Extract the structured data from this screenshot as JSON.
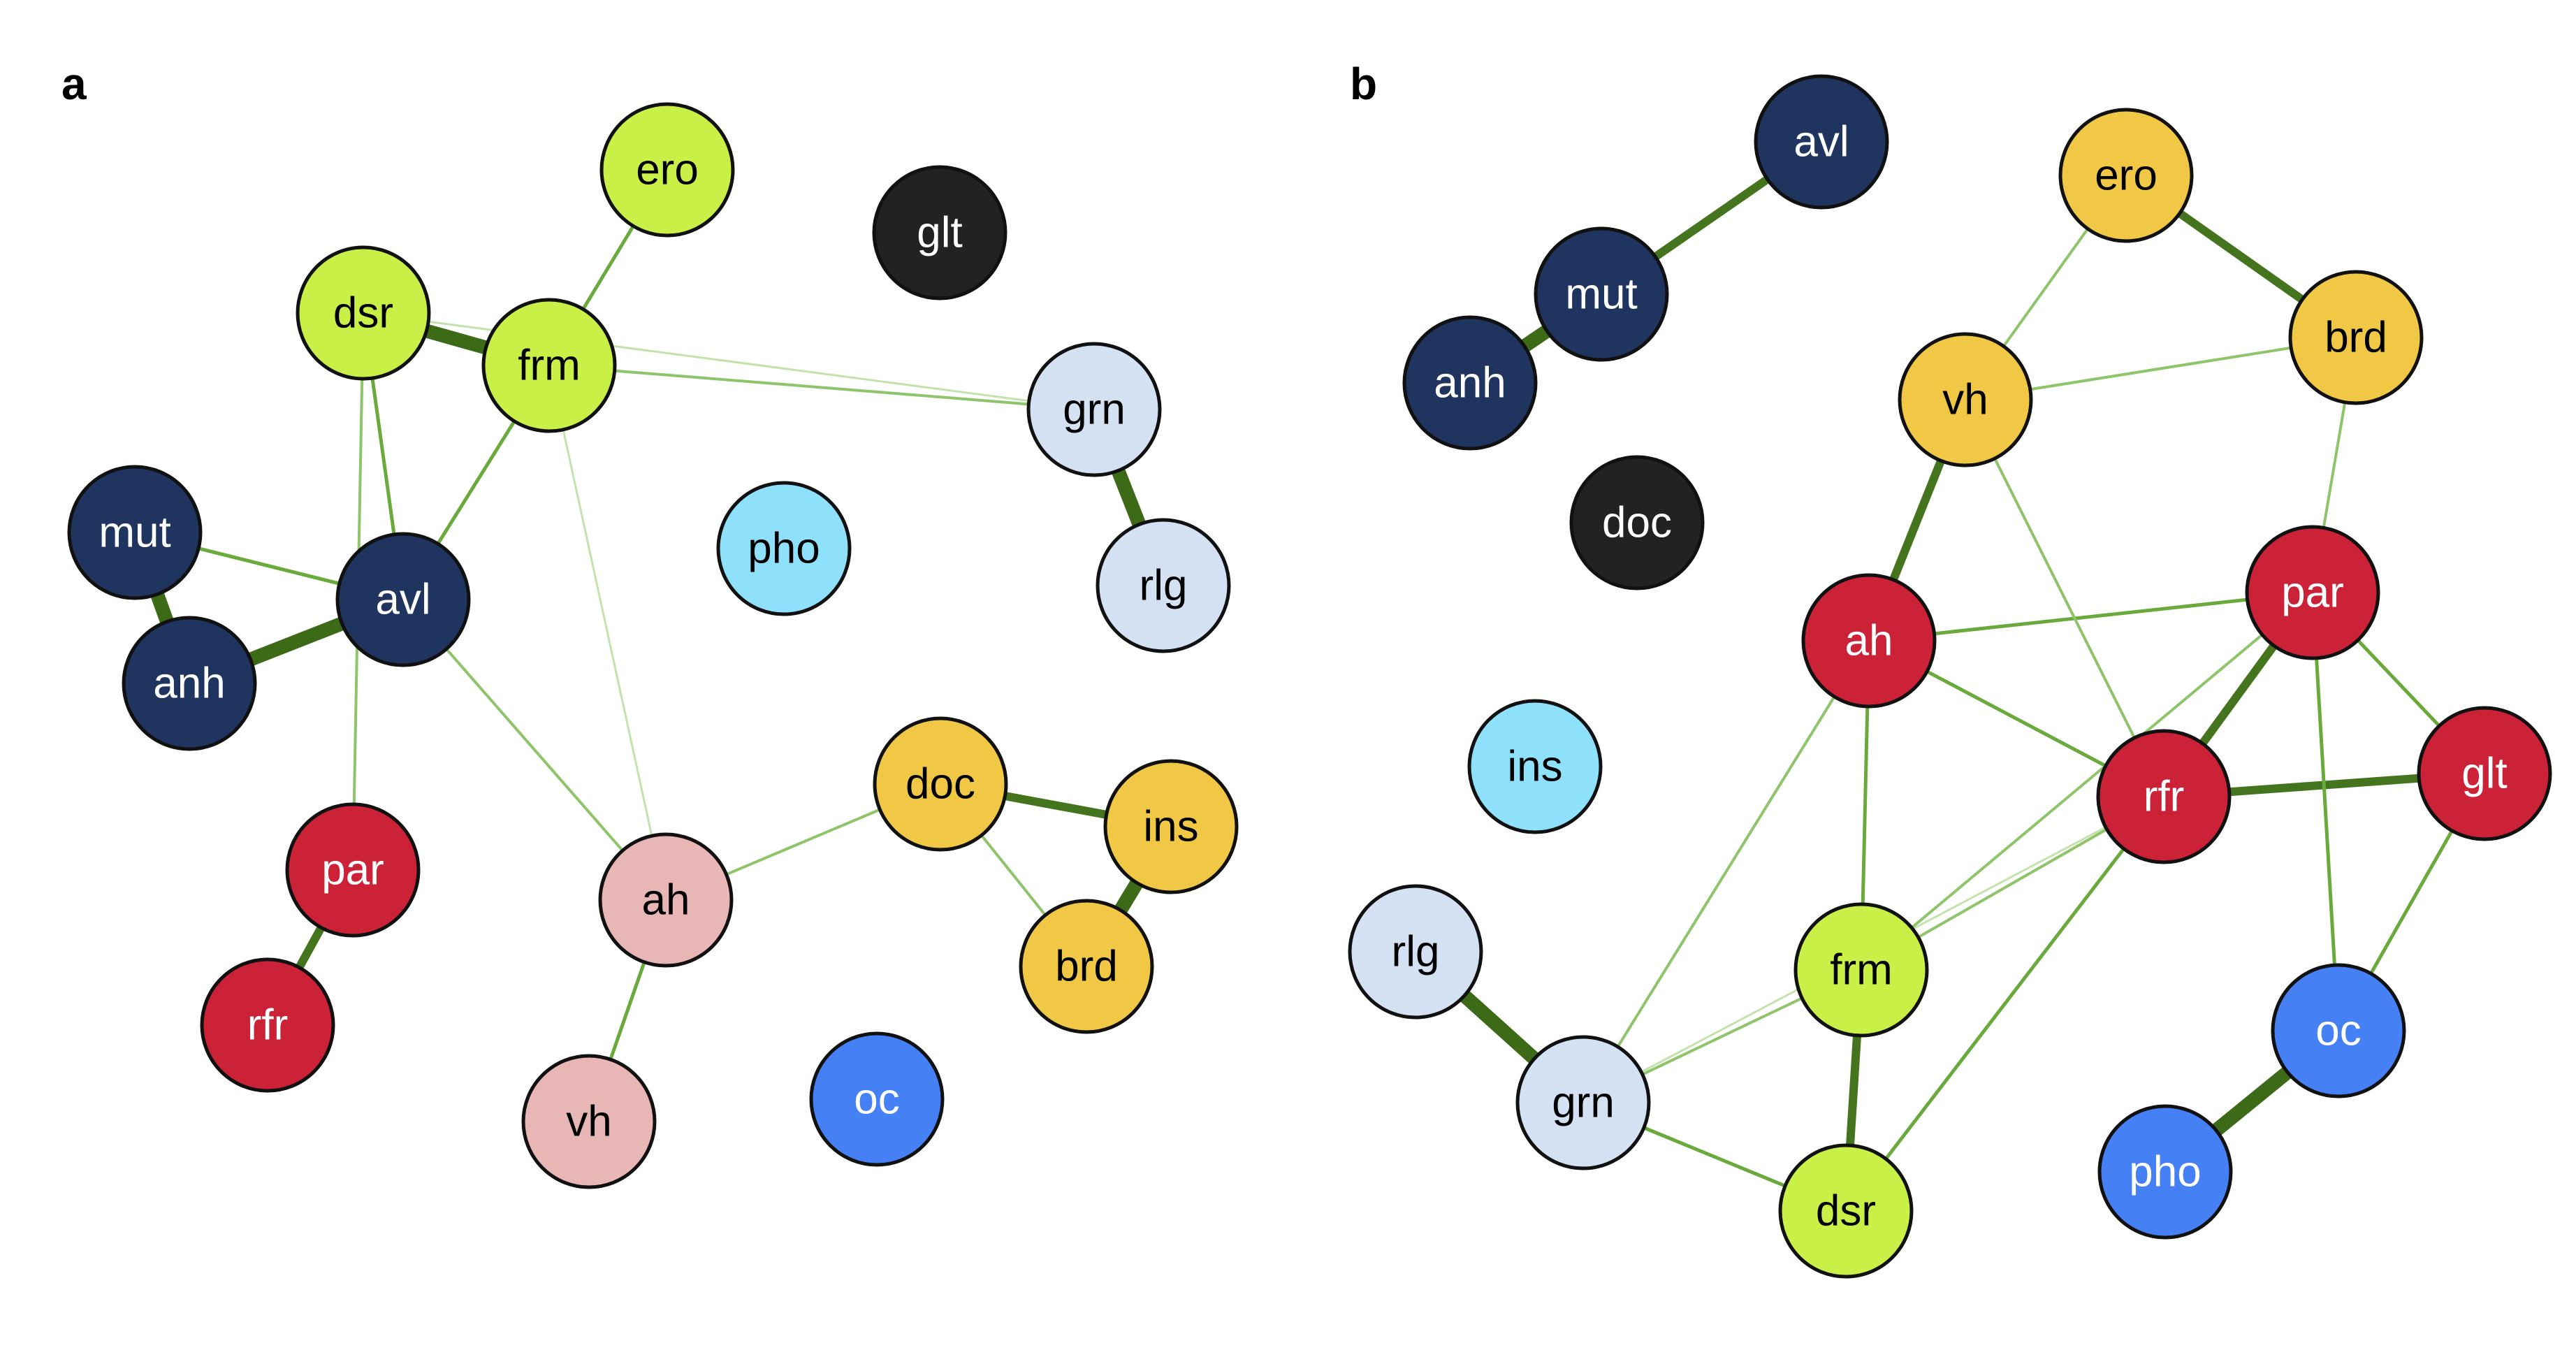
{
  "panels": [
    {
      "label": "a",
      "nodes": [
        {
          "id": "ero",
          "group": "yellowgreen"
        },
        {
          "id": "glt",
          "group": "black"
        },
        {
          "id": "dsr",
          "group": "yellowgreen"
        },
        {
          "id": "frm",
          "group": "yellowgreen"
        },
        {
          "id": "grn",
          "group": "lightblue"
        },
        {
          "id": "mut",
          "group": "navy"
        },
        {
          "id": "pho",
          "group": "skyblue"
        },
        {
          "id": "rlg",
          "group": "lightblue"
        },
        {
          "id": "avl",
          "group": "navy"
        },
        {
          "id": "anh",
          "group": "navy"
        },
        {
          "id": "doc",
          "group": "gold"
        },
        {
          "id": "ins",
          "group": "gold"
        },
        {
          "id": "par",
          "group": "red"
        },
        {
          "id": "ah",
          "group": "pink"
        },
        {
          "id": "brd",
          "group": "gold"
        },
        {
          "id": "rfr",
          "group": "red"
        },
        {
          "id": "oc",
          "group": "blue"
        },
        {
          "id": "vh",
          "group": "pink"
        }
      ],
      "edges": [
        {
          "source": "dsr",
          "target": "frm",
          "weight": "strong"
        },
        {
          "source": "mut",
          "target": "anh",
          "weight": "strong"
        },
        {
          "source": "anh",
          "target": "avl",
          "weight": "strong"
        },
        {
          "source": "grn",
          "target": "rlg",
          "weight": "strong"
        },
        {
          "source": "ins",
          "target": "brd",
          "weight": "strong"
        },
        {
          "source": "par",
          "target": "rfr",
          "weight": "medium"
        },
        {
          "source": "doc",
          "target": "ins",
          "weight": "medium"
        },
        {
          "source": "frm",
          "target": "ero",
          "weight": "weak"
        },
        {
          "source": "frm",
          "target": "avl",
          "weight": "weak"
        },
        {
          "source": "dsr",
          "target": "avl",
          "weight": "weak"
        },
        {
          "source": "mut",
          "target": "avl",
          "weight": "weak"
        },
        {
          "source": "ah",
          "target": "vh",
          "weight": "weak"
        },
        {
          "source": "doc",
          "target": "brd",
          "weight": "faint"
        },
        {
          "source": "ah",
          "target": "doc",
          "weight": "faint"
        },
        {
          "source": "avl",
          "target": "ah",
          "weight": "faint"
        },
        {
          "source": "dsr",
          "target": "par",
          "weight": "faint"
        },
        {
          "source": "frm",
          "target": "grn",
          "weight": "faint"
        },
        {
          "source": "frm",
          "target": "ah",
          "weight": "faintest"
        },
        {
          "source": "dsr",
          "target": "grn",
          "weight": "faintest"
        }
      ]
    },
    {
      "label": "b",
      "nodes": [
        {
          "id": "avl",
          "group": "navy"
        },
        {
          "id": "ero",
          "group": "gold"
        },
        {
          "id": "mut",
          "group": "navy"
        },
        {
          "id": "brd",
          "group": "gold"
        },
        {
          "id": "anh",
          "group": "navy"
        },
        {
          "id": "vh",
          "group": "gold"
        },
        {
          "id": "doc",
          "group": "black"
        },
        {
          "id": "par",
          "group": "red"
        },
        {
          "id": "ah",
          "group": "red"
        },
        {
          "id": "ins",
          "group": "skyblue"
        },
        {
          "id": "glt",
          "group": "red"
        },
        {
          "id": "rfr",
          "group": "red"
        },
        {
          "id": "rlg",
          "group": "lightblue"
        },
        {
          "id": "frm",
          "group": "yellowgreen"
        },
        {
          "id": "oc",
          "group": "blue"
        },
        {
          "id": "grn",
          "group": "lightblue"
        },
        {
          "id": "pho",
          "group": "blue"
        },
        {
          "id": "dsr",
          "group": "yellowgreen"
        }
      ],
      "edges": [
        {
          "source": "anh",
          "target": "mut",
          "weight": "strong"
        },
        {
          "source": "oc",
          "target": "pho",
          "weight": "strong"
        },
        {
          "source": "rlg",
          "target": "grn",
          "weight": "strong"
        },
        {
          "source": "mut",
          "target": "avl",
          "weight": "medium"
        },
        {
          "source": "ero",
          "target": "brd",
          "weight": "medium"
        },
        {
          "source": "vh",
          "target": "ah",
          "weight": "medium"
        },
        {
          "source": "par",
          "target": "rfr",
          "weight": "medium"
        },
        {
          "source": "rfr",
          "target": "glt",
          "weight": "medium"
        },
        {
          "source": "frm",
          "target": "dsr",
          "weight": "medium"
        },
        {
          "source": "par",
          "target": "glt",
          "weight": "weak"
        },
        {
          "source": "par",
          "target": "oc",
          "weight": "weak"
        },
        {
          "source": "glt",
          "target": "oc",
          "weight": "weak"
        },
        {
          "source": "grn",
          "target": "dsr",
          "weight": "weak"
        },
        {
          "source": "ah",
          "target": "frm",
          "weight": "weak"
        },
        {
          "source": "rfr",
          "target": "dsr",
          "weight": "weak"
        },
        {
          "source": "ah",
          "target": "par",
          "weight": "weak"
        },
        {
          "source": "ah",
          "target": "rfr",
          "weight": "weak"
        },
        {
          "source": "ero",
          "target": "vh",
          "weight": "faint"
        },
        {
          "source": "vh",
          "target": "brd",
          "weight": "faint"
        },
        {
          "source": "brd",
          "target": "par",
          "weight": "faint"
        },
        {
          "source": "vh",
          "target": "rfr",
          "weight": "faint"
        },
        {
          "source": "ah",
          "target": "grn",
          "weight": "faint"
        },
        {
          "source": "par",
          "target": "frm",
          "weight": "faint"
        },
        {
          "source": "rfr",
          "target": "frm",
          "weight": "faint"
        },
        {
          "source": "grn",
          "target": "frm",
          "weight": "faint"
        },
        {
          "source": "grn",
          "target": "rfr",
          "weight": "faintest"
        }
      ]
    }
  ],
  "colors": {
    "yellowgreen": {
      "fill": "#c8f046",
      "text": "#000000"
    },
    "black": {
      "fill": "#222222",
      "text": "#ffffff"
    },
    "lightblue": {
      "fill": "#d3e1f3",
      "text": "#000000"
    },
    "navy": {
      "fill": "#1f3560",
      "text": "#ffffff"
    },
    "skyblue": {
      "fill": "#8fe1fb",
      "text": "#000000"
    },
    "gold": {
      "fill": "#f0c845",
      "text": "#000000"
    },
    "red": {
      "fill": "#cc2238",
      "text": "#ffffff"
    },
    "pink": {
      "fill": "#e9b6b6",
      "text": "#000000"
    },
    "blue": {
      "fill": "#4680f5",
      "text": "#ffffff"
    },
    "stroke": "#111111",
    "edge_strong": "#3c6a16",
    "edge_medium": "#44751e",
    "edge_weak": "#6aaa3c",
    "edge_faint": "#8ec46a",
    "edge_faintest": "#c4e2ad"
  }
}
